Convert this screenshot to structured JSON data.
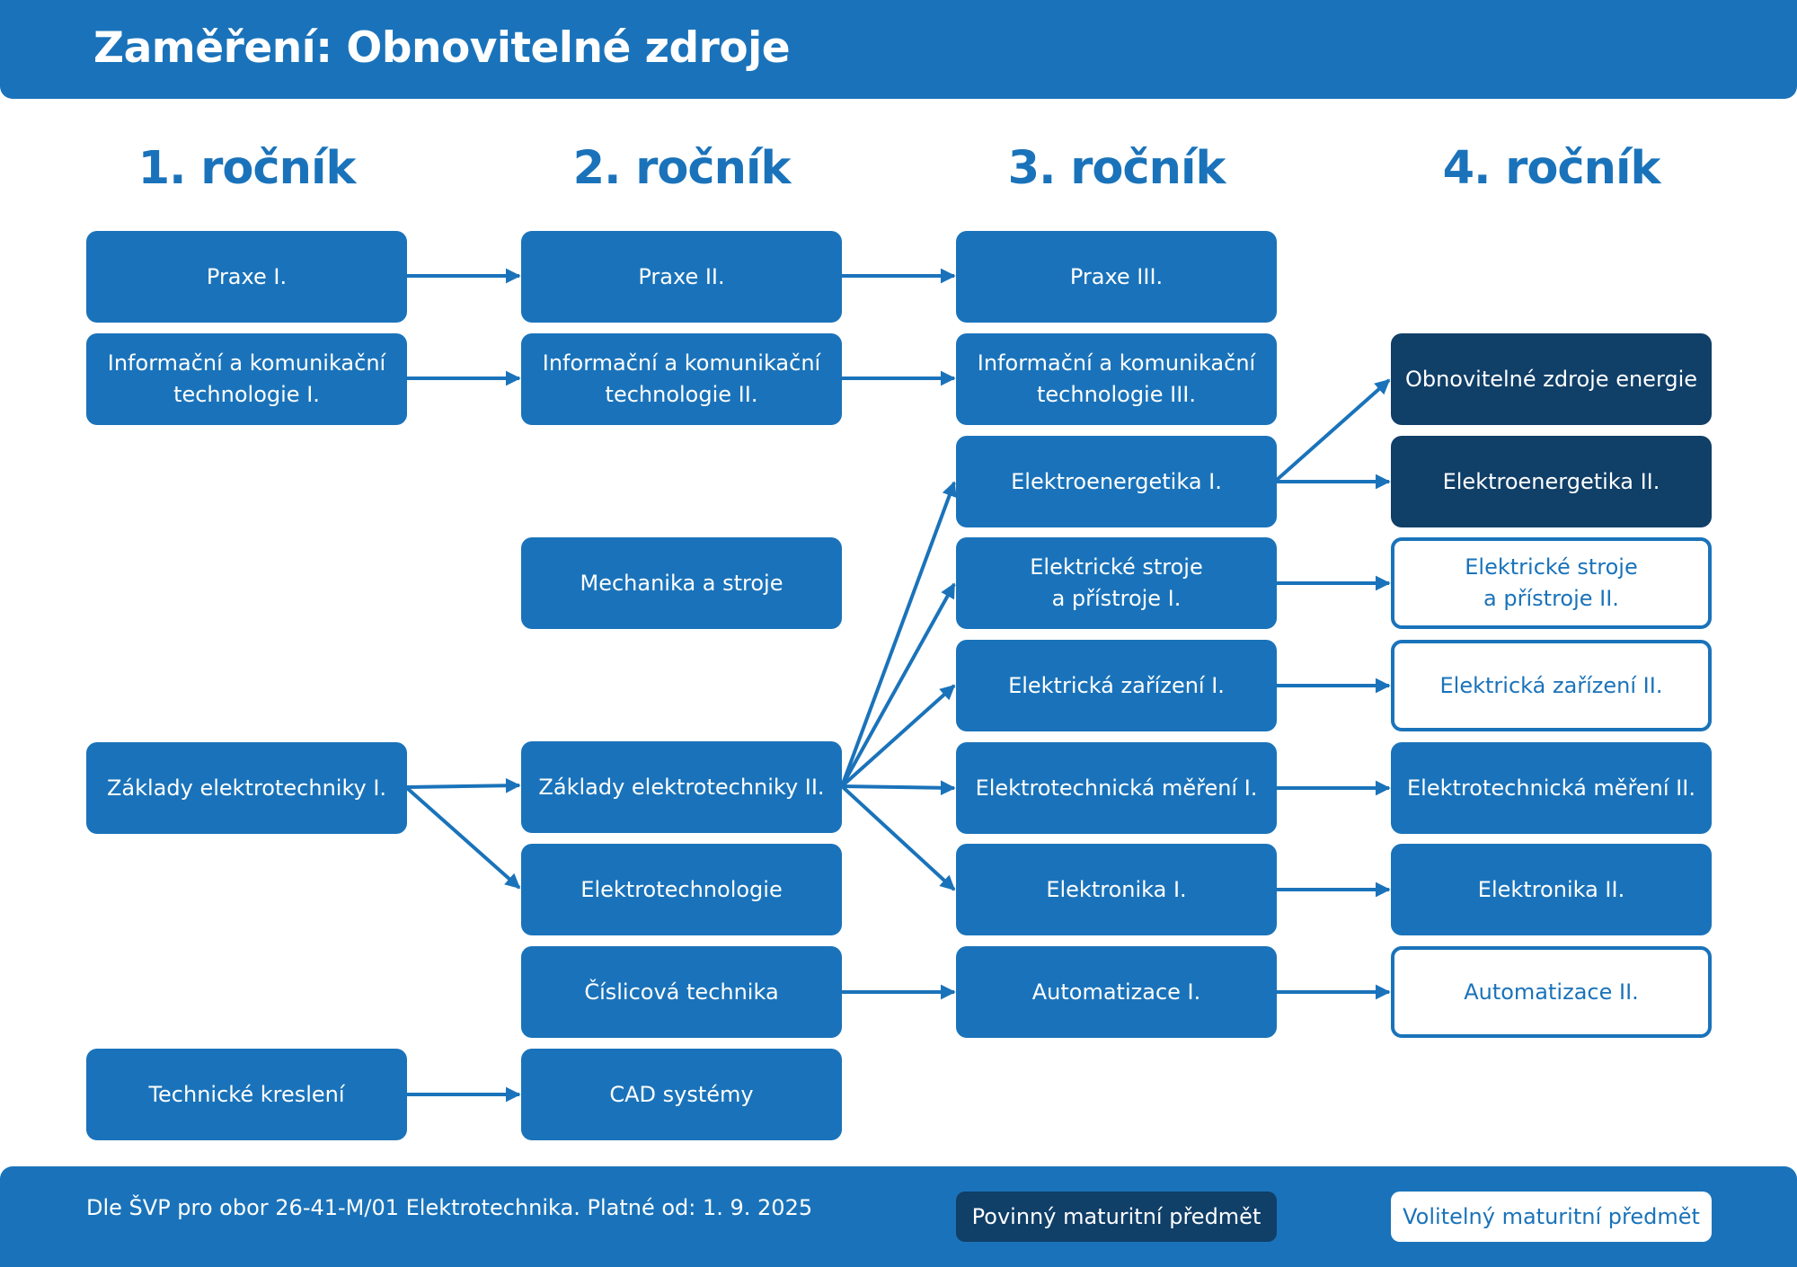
{
  "header": {
    "title": "Zaměření: Obnovitelné zdroje"
  },
  "years": [
    "1. ročník",
    "2. ročník",
    "3. ročník",
    "4. ročník"
  ],
  "subjects": {
    "praxe_1": "Praxe I.",
    "praxe_2": "Praxe II.",
    "praxe_3": "Praxe III.",
    "ikt_1": "Informační a komunikační\ntechnologie I.",
    "ikt_2": "Informační a komunikační\ntechnologie II.",
    "ikt_3": "Informační a komunikační\ntechnologie III.",
    "obnovitelne_zdroje": "Obnovitelné zdroje energie",
    "elektroenergetika_1": "Elektroenergetika I.",
    "elektroenergetika_2": "Elektroenergetika II.",
    "mechanika": "Mechanika a stroje",
    "stroje_1": "Elektrické stroje\na přístroje I.",
    "stroje_2": "Elektrické stroje\na přístroje II.",
    "zarizeni_1": "Elektrická zařízení I.",
    "zarizeni_2": "Elektrická zařízení II.",
    "zaklady_1": "Základy elektrotechniky I.",
    "zaklady_2": "Základy elektrotechniky II.",
    "mereni_1": "Elektrotechnická měření I.",
    "mereni_2": "Elektrotechnická měření II.",
    "elektrotechnologie": "Elektrotechnologie",
    "elektronika_1": "Elektronika I.",
    "elektronika_2": "Elektronika II.",
    "cislicova": "Číslicová technika",
    "automatizace_1": "Automatizace I.",
    "automatizace_2": "Automatizace II.",
    "kresleni": "Technické kreslení",
    "cad": "CAD systémy"
  },
  "footer": {
    "note": "Dle ŠVP pro obor 26-41-M/01 Elektrotechnika. Platné od: 1. 9. 2025",
    "legend_mandatory": "Povinný maturitní předmět",
    "legend_optional": "Volitelný maturitní předmět"
  },
  "colors": {
    "primary": "#1a73ba",
    "mandatory": "#103f68",
    "optional_bg": "#ffffff"
  }
}
